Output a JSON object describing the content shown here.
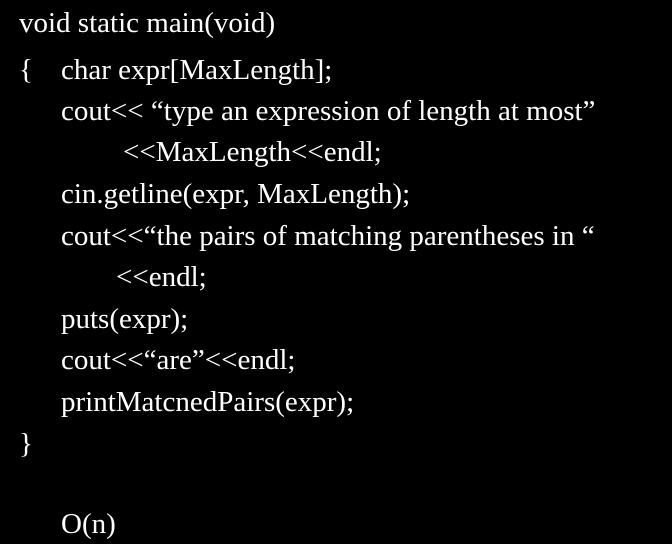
{
  "colors": {
    "background": "#000000",
    "text": "#ffffff"
  },
  "code": {
    "line_1": "void static main(void)",
    "open_brace": "{",
    "line_2": "char expr[MaxLength];",
    "line_3": "cout<< “type an expression of length at most”",
    "line_4": "<<MaxLength<<endl;",
    "line_5": "cin.getline(expr, MaxLength);",
    "line_6": "cout<<“the pairs of matching parentheses in “",
    "line_7": "<<endl;",
    "line_8": "puts(expr);",
    "line_9": "cout<<“are”<<endl;",
    "line_10": "printMatcnedPairs(expr);",
    "close_brace": "}",
    "complexity": "O(n)"
  }
}
